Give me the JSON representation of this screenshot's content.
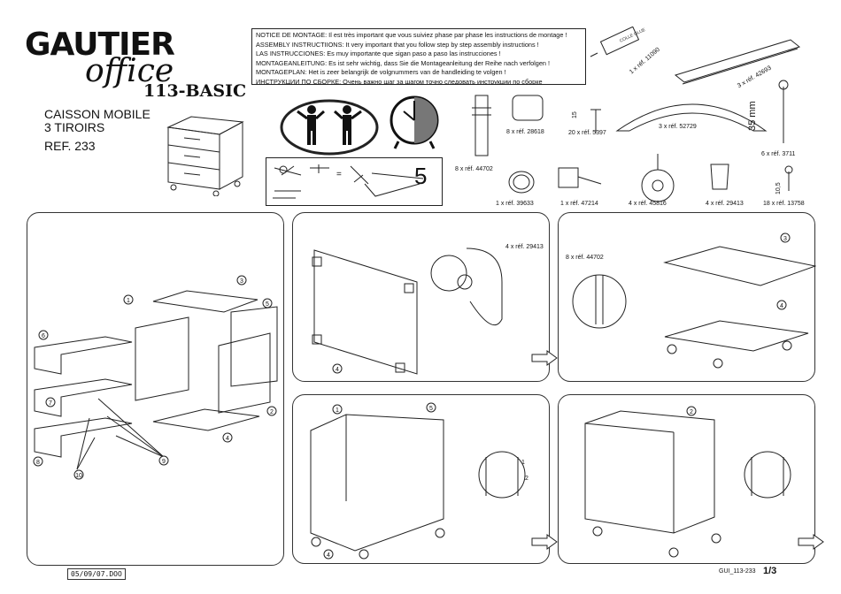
{
  "header": {
    "brand": "GAUTIER",
    "sub_brand": "office",
    "model": "113-BASIC",
    "product_lines": [
      "CAISSON MOBILE",
      "3 TIROIRS",
      "REF. 233"
    ]
  },
  "notice_lines": [
    "NOTICE DE MONTAGE: Il est très important que vous suiviez phase par phase les instructions de montage !",
    "ASSEMBLY INSTRUCTIIONS: It very important that you follow step by step assembly instructions !",
    "LAS INSTRUCCIONES: Es muy importante que sigan paso a paso las instrucciones !",
    "MONTAGEANLEITUNG: Es ist sehr wichtig, dass Sie die Montageanleitung der Reihe nach verfolgen !",
    "MONTAGEPLAN: Het is zeer belangrijk de volgnummers van de handleiding te volgen !",
    "ИНСТРУКЦИИ ПО СБОРКЕ: Очень важно шаг за шагом точно следовать инструкции по сборке"
  ],
  "tool_number": "5",
  "dimensions": {
    "screw_length": "35 mm",
    "cam_height": "15",
    "dowel_height": "10,5"
  },
  "parts": [
    {
      "qty": "1 x réf. 11090",
      "tube_text": "COLLE GLUE"
    },
    {
      "qty": "3 x réf. 42693"
    },
    {
      "qty": "8 x réf. 44702"
    },
    {
      "qty": "8 x réf. 28618"
    },
    {
      "qty": "20 x réf. 5397"
    },
    {
      "qty": "3 x réf. 52729"
    },
    {
      "qty": "6 x réf. 3711"
    },
    {
      "qty": "1 x réf. 39633"
    },
    {
      "qty": "1 x réf. 47214"
    },
    {
      "qty": "4 x réf. 45816"
    },
    {
      "qty": "4 x réf. 29413"
    },
    {
      "qty": "18 x réf. 13758"
    }
  ],
  "callouts": {
    "step2_part": "4 x réf. 29413",
    "step3_part": "8 x réf. 44702"
  },
  "panel_numbers": [
    "1",
    "2",
    "3",
    "4",
    "5",
    "6",
    "7",
    "8",
    "9",
    "10"
  ],
  "rotation_marks": [
    "1",
    "2"
  ],
  "footer": {
    "date": "05/09/07.DOO",
    "code": "GUI_113-233",
    "page": "1/3"
  }
}
